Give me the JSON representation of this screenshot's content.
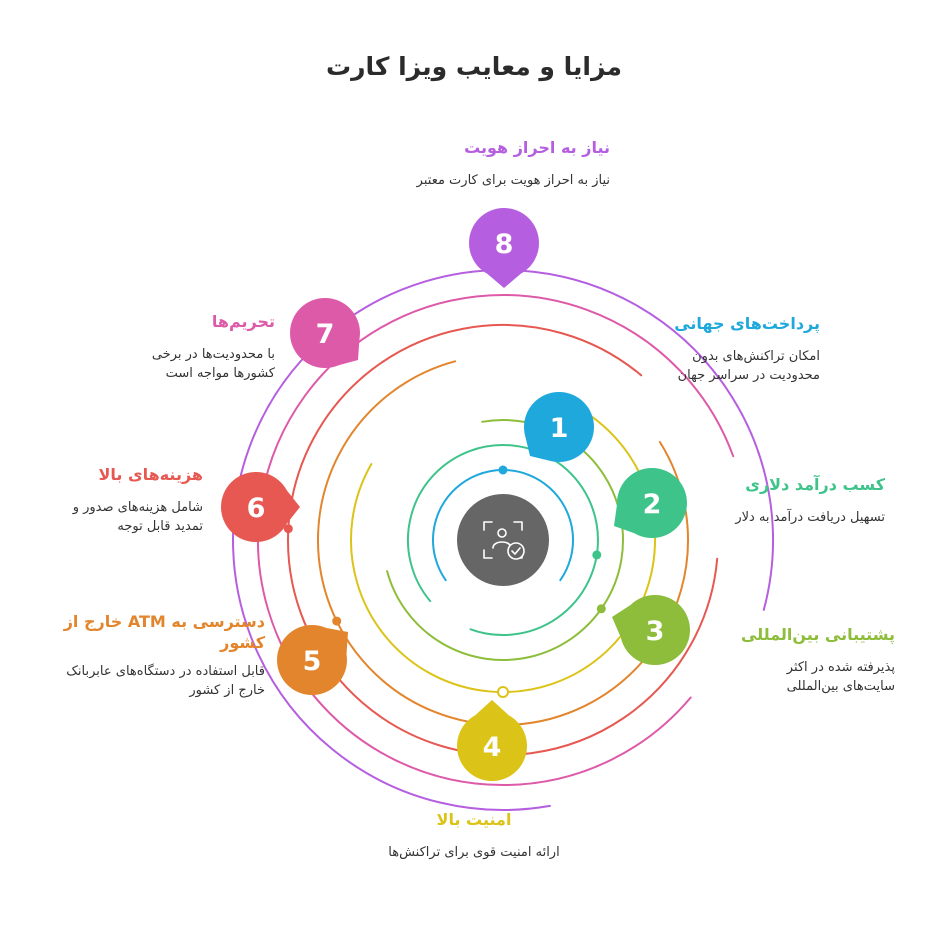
{
  "title": "مزایا و معایب ویزا کارت",
  "center_icon": "identity-verified-icon",
  "colors": {
    "c1": "#1fa8dc",
    "c2": "#3ec38a",
    "c3": "#8dbd3a",
    "c4": "#dcc318",
    "c5": "#e2852c",
    "c6": "#e65851",
    "c7": "#dd5aa9",
    "c8": "#b55fe0",
    "center": "#666666"
  },
  "items": [
    {
      "number": "1",
      "title": "پرداخت‌های جهانی",
      "desc": "امکان تراکنش‌های بدون محدودیت در سراسر جهان"
    },
    {
      "number": "2",
      "title": "کسب درآمد دلاری",
      "desc": "تسهیل دریافت درآمد به دلار"
    },
    {
      "number": "3",
      "title": "پشتیبانی بین‌المللی",
      "desc": "پذیرفته شده در اکثر سایت‌های بین‌المللی"
    },
    {
      "number": "4",
      "title": "امنیت بالا",
      "desc": "ارائه امنیت قوی برای تراکنش‌ها"
    },
    {
      "number": "5",
      "title": "دسترسی به ATM خارج از کشور",
      "desc": "قابل استفاده در دستگاه‌های عابربانک خارج از کشور"
    },
    {
      "number": "6",
      "title": "هزینه‌های بالا",
      "desc": "شامل هزینه‌های صدور و تمدید قابل توجه"
    },
    {
      "number": "7",
      "title": "تحریم‌ها",
      "desc": "با محدودیت‌ها در برخی کشورها مواجه است"
    },
    {
      "number": "8",
      "title": "نیاز به احراز هویت",
      "desc": "نیاز به احراز هویت برای کارت معتبر"
    }
  ]
}
